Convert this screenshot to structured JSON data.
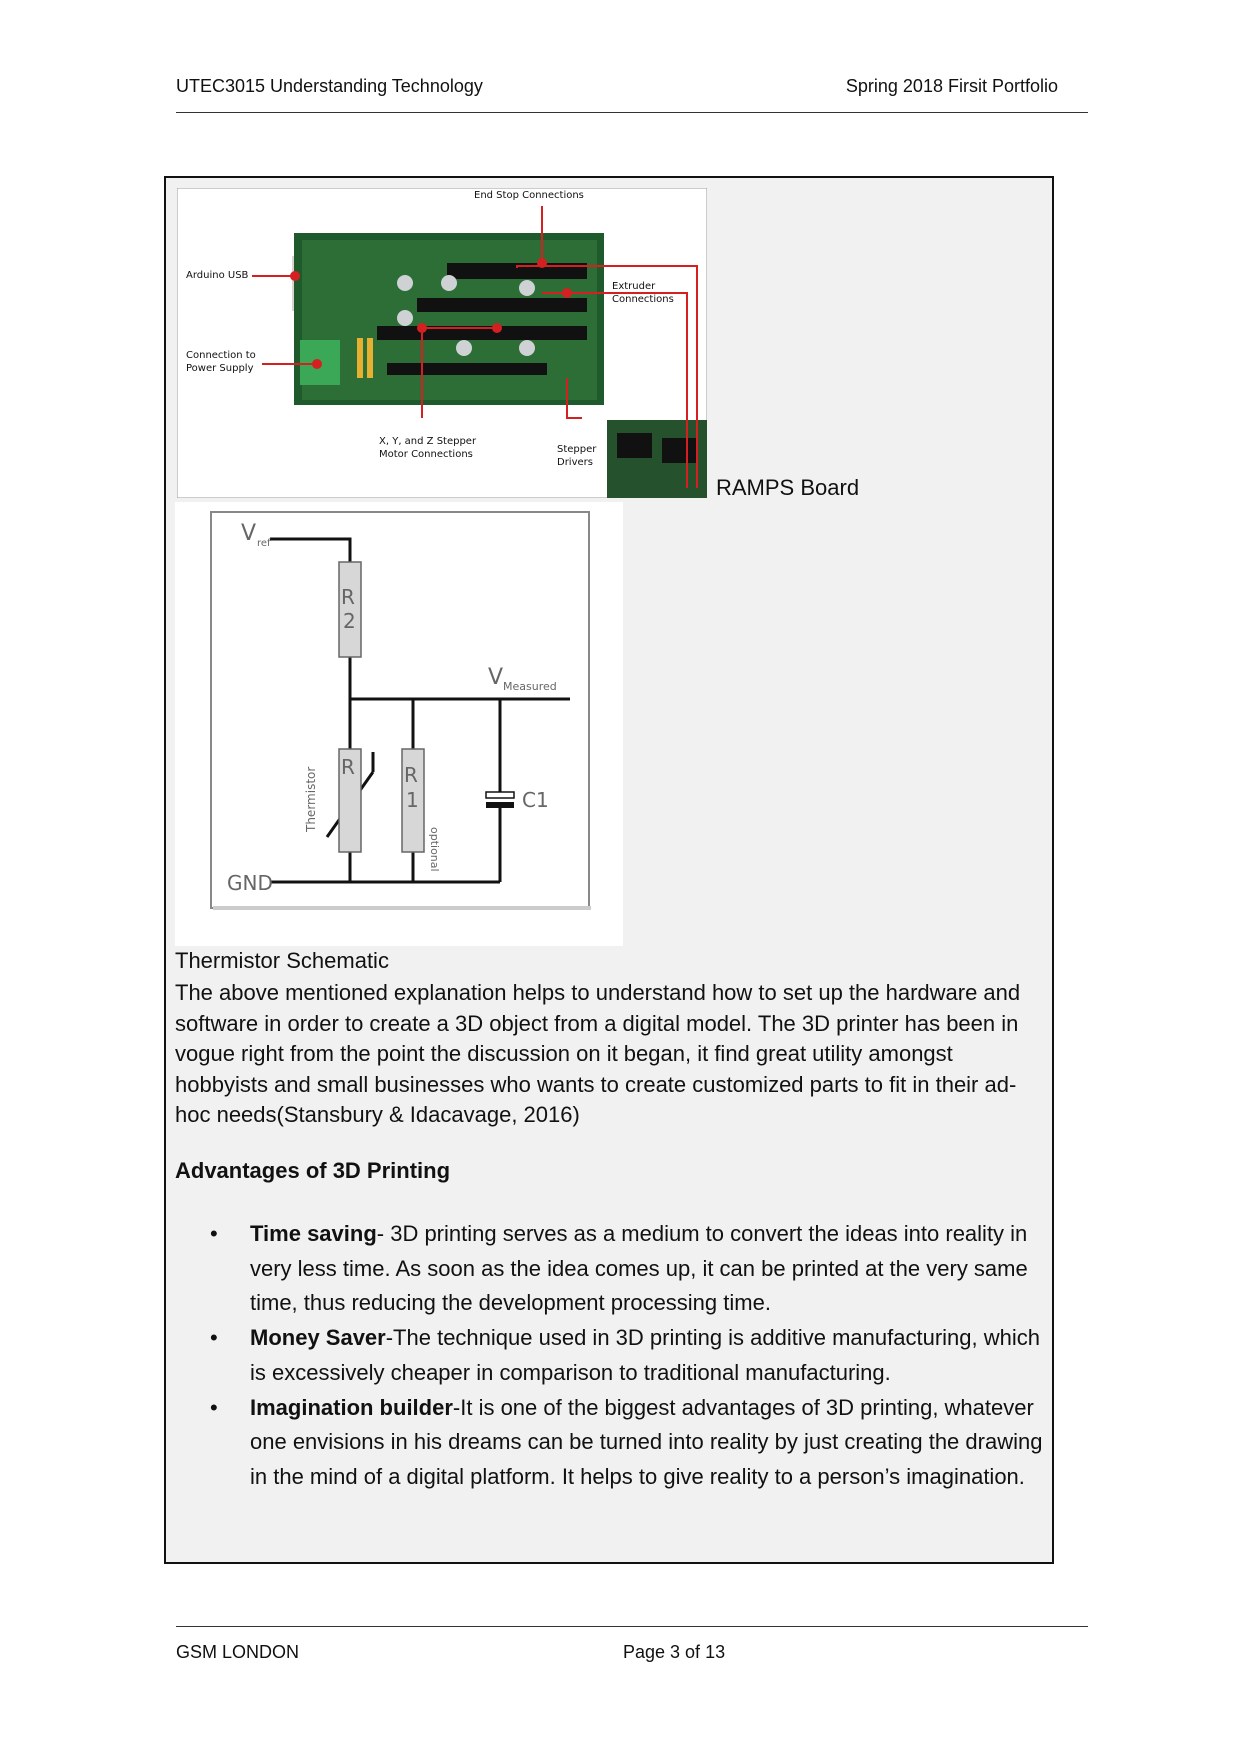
{
  "header": {
    "left": "UTEC3015 Understanding Technology",
    "right": "Spring 2018 Firsit Portfolio"
  },
  "ramps_figure": {
    "labels": {
      "end_stop": "End Stop Connections",
      "arduino_usb": "Arduino USB",
      "extruder_1": "Extruder",
      "extruder_2": "Connections",
      "power_1": "Connection to",
      "power_2": "Power Supply",
      "stepper_1": "X, Y, and Z Stepper",
      "stepper_2": "Motor Connections",
      "drivers_1": "Stepper",
      "drivers_2": "Drivers"
    },
    "caption": "RAMPS Board",
    "colors": {
      "board": "#1f5a2c",
      "annotation": "#d42020"
    }
  },
  "thermistor_figure": {
    "labels": {
      "vref_v": "V",
      "vref_sub": "ref",
      "r2_a": "R",
      "r2_b": "2",
      "vmeas_v": "V",
      "vmeas_sub": "Measured",
      "thermistor": "Thermistor",
      "r_therm": "R",
      "r1_a": "R",
      "r1_b": "1",
      "optional": "optional",
      "c1": "C1",
      "gnd": "GND"
    },
    "caption": "Thermistor Schematic"
  },
  "body": {
    "paragraph": " The above mentioned explanation helps to understand how to set up the hardware and software in order to create a 3D object from a digital model. The 3D printer has been in vogue right from the point the discussion on it began, it find great utility amongst hobbyists and small businesses who wants to create customized parts to fit in their ad-hoc needs(Stansbury & Idacavage, 2016)",
    "advantages_title": "Advantages of  3D Printing",
    "advantages": [
      {
        "bullet": "•",
        "title": "Time saving",
        "text": "- 3D printing serves as a medium to convert the ideas into reality in very less time. As soon as the idea comes up, it can be printed at the very same time, thus reducing the development processing time."
      },
      {
        "bullet": "•",
        "title": "Money Saver",
        "text": "-The technique used in 3D printing is additive manufacturing, which is excessively cheaper in comparison to traditional manufacturing."
      },
      {
        "bullet": "•",
        "title": "Imagination builder",
        "text": "-It is one of the biggest advantages of 3D printing, whatever one envisions in his dreams can be turned into reality by just creating the drawing in the mind of a digital platform. It helps to give reality to a person’s imagination."
      }
    ]
  },
  "footer": {
    "left": "GSM LONDON",
    "center": "Page 3 of 13"
  }
}
